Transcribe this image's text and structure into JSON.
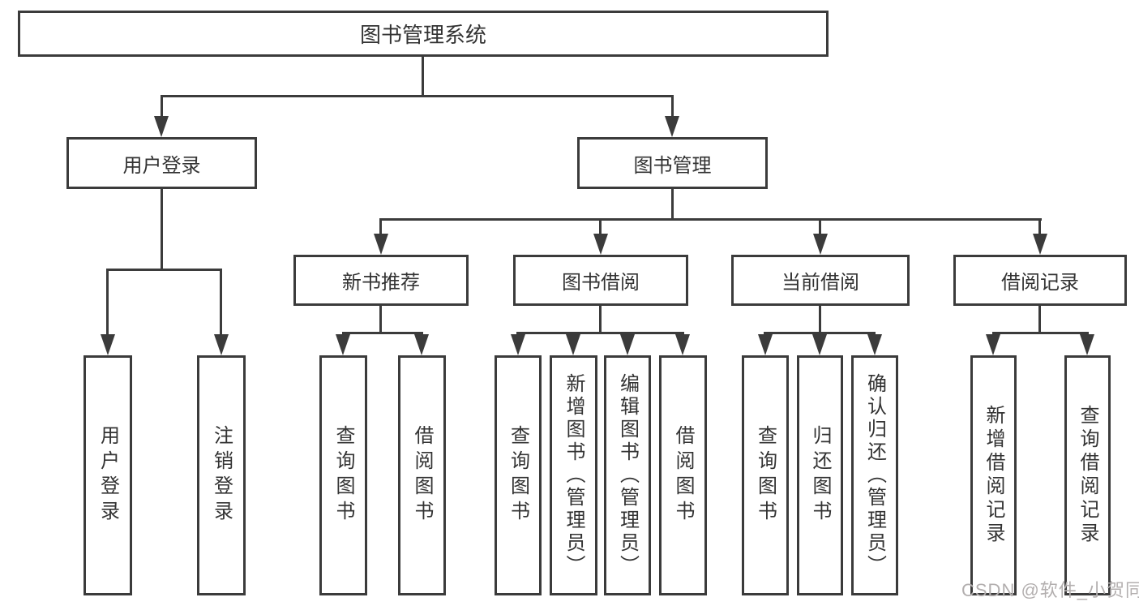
{
  "diagram": {
    "type": "hierarchy-tree",
    "nodes": {
      "root": "图书管理系统",
      "user_login": "用户登录",
      "book_management": "图书管理",
      "new_book_recommend": "新书推荐",
      "book_borrow": "图书借阅",
      "current_borrow": "当前借阅",
      "borrow_records": "借阅记录"
    },
    "leaves": {
      "user_login": "用户登录",
      "logout": "注销登录",
      "nbr_query": "查询图书",
      "nbr_borrow": "借阅图书",
      "bb_query": "查询图书",
      "bb_add": "新增图书（管理员）",
      "bb_edit": "编辑图书（管理员）",
      "bb_borrow": "借阅图书",
      "cb_query": "查询图书",
      "cb_return": "归还图书",
      "cb_confirm": "确认归还（管理员）",
      "br_add": "新增借阅记录",
      "br_query": "查询借阅记录"
    },
    "colors": {
      "line": "#3b3b3b",
      "text": "#333333",
      "background": "#ffffff",
      "watermark": "#b3afaf"
    }
  },
  "watermark": {
    "text": "CSDN @软件_小贺同学"
  }
}
